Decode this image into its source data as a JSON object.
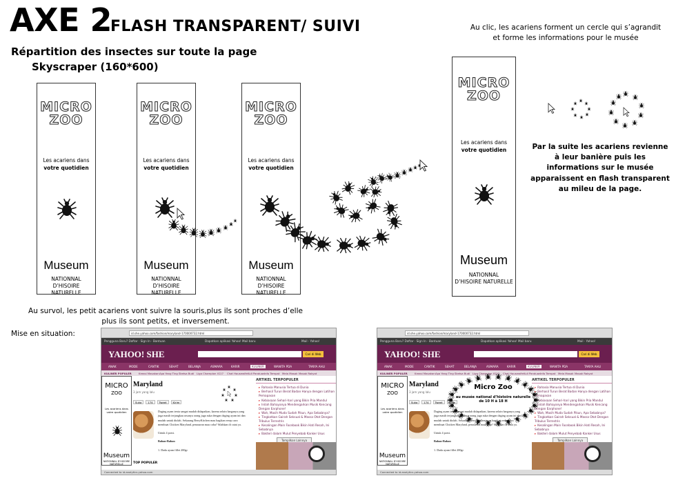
{
  "title": {
    "axe": "AXE 2",
    "flash": "FLASH TRANSPARENT/ SUIVI",
    "line1": "Répartition des insectes sur toute la page",
    "line2": "Skyscraper (160*600)"
  },
  "notes": {
    "top_line1": "Au clic, les acariens forment un cercle qui s’agrandit",
    "top_line2": "et forme les informations pour le musée",
    "right_line1": "Par la suite les acariens revienne",
    "right_line2": "à leur banière puis  les",
    "right_line3": "informations sur le musée",
    "right_line4": "apparaissent en flash transparent",
    "right_line5": "au mileu de la page.",
    "hover_line1": "Au survol, les petit acariens vont suivre la souris,plus ils sont proches d’elle",
    "hover_line2": "plus ils sont petits, et inversement.",
    "mise": "Mise en situation:"
  },
  "banner": {
    "logo1": "MICRO",
    "logo2": "ZOO",
    "tag1": "Les acariens dans",
    "tag2": "votre quotidien",
    "museum": "Museum",
    "natio1": "NATIONNAL",
    "natio2": "D’HISOIRE NATURELLE"
  },
  "screens": {
    "url": "id.she.yahoo.com/fashion/maryland-170000732.html",
    "topbar_user": "Pengguna Baru? Daftar · Sign In · Bantuan",
    "topbar_mid": "Dapatkan aplikasi Yahoo! Mail baru",
    "topbar_right": "Mail · Yahoo!",
    "yahoo": "YAHOO! SHE",
    "search_btn": "Cari di Web",
    "nav": [
      "ANAK",
      "MODE",
      "CANTIK",
      "SEHAT",
      "BELANJA",
      "ASMARA",
      "KARIR",
      "KULINER",
      "WANITA PDA",
      "TANYA AHLI"
    ],
    "sub": [
      "KULINER POPULER",
      "Kreasi Masakan",
      "Apa Yang Ting",
      "Sketsa Budi",
      "Liga Champion",
      "IG17",
      "Chat Housewife",
      "Kuli Panduan",
      "Info Tempat",
      "Mela Masak",
      "Masak Rakyat"
    ],
    "mini1": "MICRO",
    "mini2": "ZOO",
    "mini3": "Les acariens dans votre quotidien",
    "mini4": "Museum",
    "mini5": "NATIONNAL D’HISOIRE NATURELLE",
    "article_title": "Maryland",
    "article_date": "3 jam yang lalu",
    "share": [
      "Suka",
      "174",
      "Tweet",
      "Kirim"
    ],
    "body1": "Daging ayam tentu sangat mudah didapatkan, karena selain harganya yang juga masih terjangkau rasanya orang juga suka dengan daging ayam ini dan mudah untuk diolah. Sekarang BerryKitchen mau bagikan resep cara membuat Chicken Maryland, penasaran mau coba? Silahkan di catat ya.",
    "body2": "Untuk 4 porsi.",
    "body3": "Bahan-Bahan",
    "body4": "1. Dada ayam fillet 200gr",
    "side_title": "ARTIKEL TERPOPULER",
    "side_items": [
      "Rahasia Manusia Tertua di Dunia",
      "Berhasil Turun Berat Badan Hanya dengan Latihan Pemapasan",
      "Kebiasaan Sehari-hari yang Bikin Pria Mandul",
      "Inilah Bahayanya Mendengarkan Musik Kencang Dengan Earphone!",
      "Wah, Masih Muda Sudah Pikun, Apa Sebabnya?",
      "Tingkatkan Gairah Seksual & Massa Otot Dengan Tribulus Terrestris",
      "Kesalingan Main Facebook Bikin Hati Resah, Ini Sebabnya",
      "Bakteri dalam Mulut Penyebab Kanker Usus"
    ],
    "side_btn": "Tampilkan Lainnya",
    "tab": "TOP POPULER",
    "status": "Connected to id.analytics.yahoo.com"
  },
  "oval": {
    "title": "Micro Zoo",
    "line1": "au musée national d’histoire naturelle",
    "line2": "de 10 H à 18 H"
  }
}
